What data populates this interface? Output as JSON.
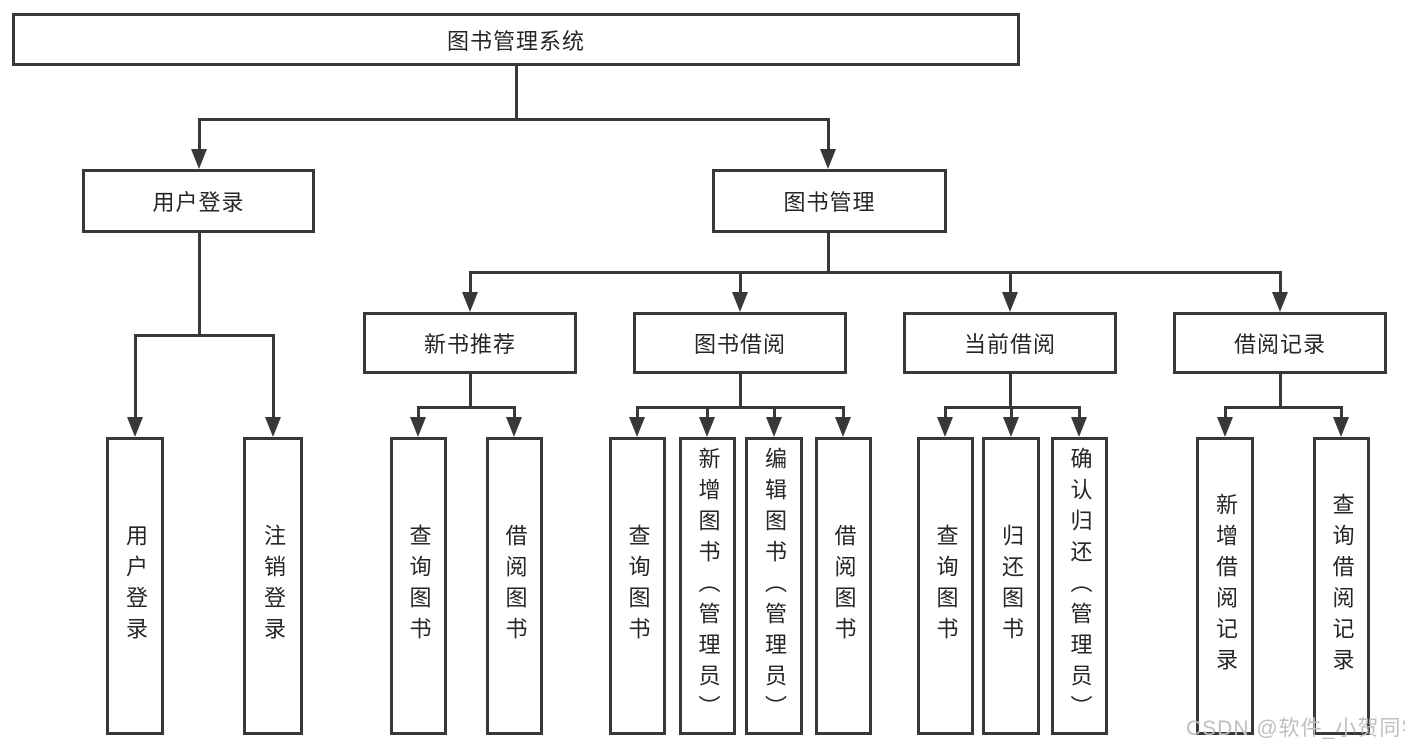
{
  "tree": {
    "root": "图书管理系统",
    "level2": [
      "用户登录",
      "图书管理"
    ],
    "level3": [
      "新书推荐",
      "图书借阅",
      "当前借阅",
      "借阅记录"
    ],
    "leaves": {
      "user_login": [
        "用户登录",
        "注销登录"
      ],
      "new_book_recommend": [
        "查询图书",
        "借阅图书"
      ],
      "book_borrowing": [
        "查询图书",
        "新增图书（管理员）",
        "编辑图书（管理员）",
        "借阅图书"
      ],
      "current_borrowing": [
        "查询图书",
        "归还图书",
        "确认归还（管理员）"
      ],
      "borrowing_records": [
        "新增借阅记录",
        "查询借阅记录"
      ]
    }
  },
  "watermark": "CSDN @软件_小贺同学",
  "colors": {
    "line": "#383838",
    "text": "#262626",
    "watermark": "#bdbfc4",
    "background": "#ffffff"
  }
}
